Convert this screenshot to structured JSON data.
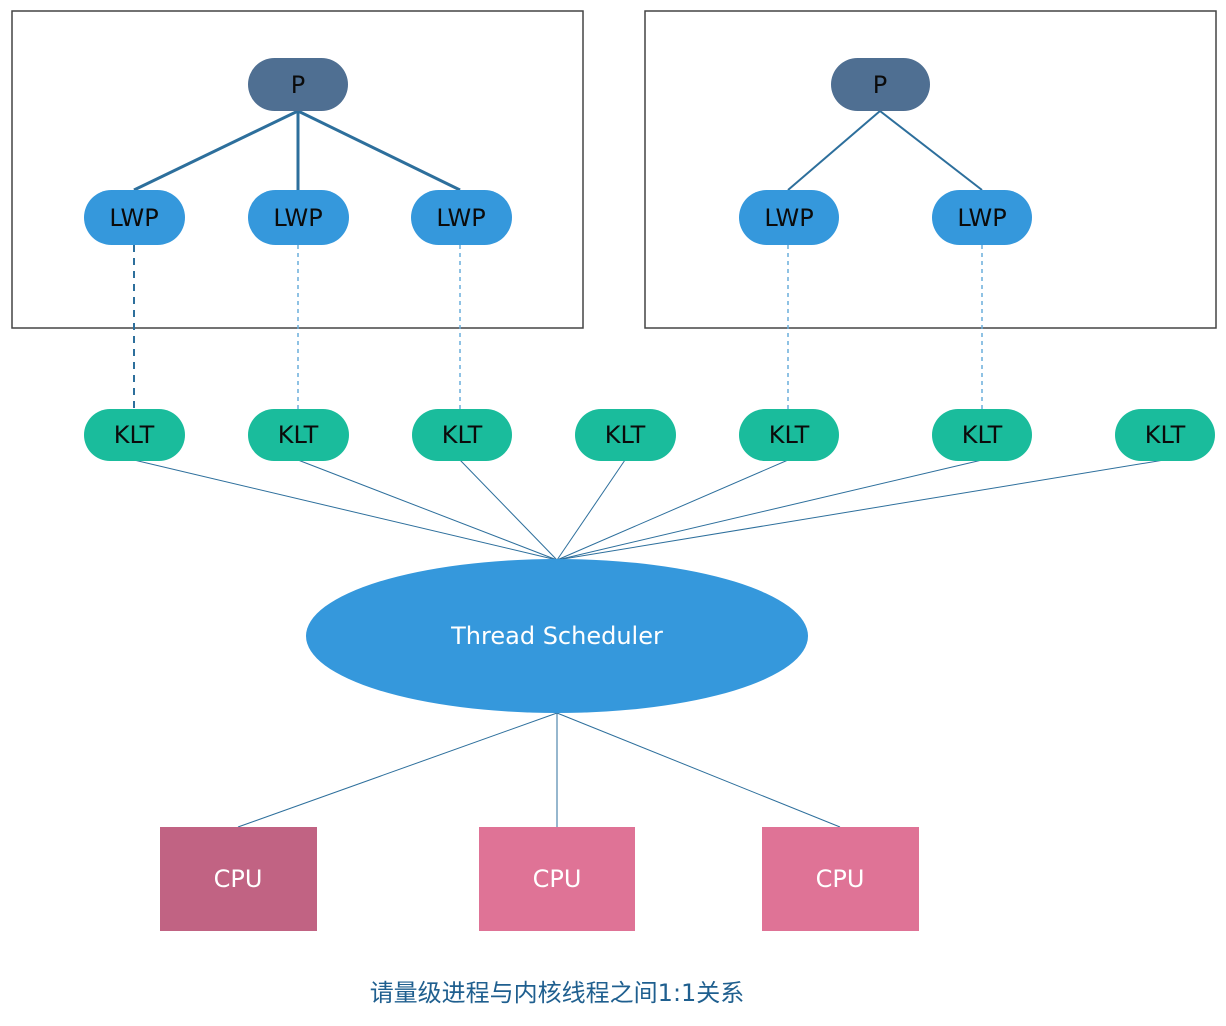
{
  "process_groups": [
    {
      "process": {
        "label": "P"
      },
      "lwps": [
        {
          "label": "LWP"
        },
        {
          "label": "LWP"
        },
        {
          "label": "LWP"
        }
      ]
    },
    {
      "process": {
        "label": "P"
      },
      "lwps": [
        {
          "label": "LWP"
        },
        {
          "label": "LWP"
        }
      ]
    }
  ],
  "klts": [
    {
      "label": "KLT"
    },
    {
      "label": "KLT"
    },
    {
      "label": "KLT"
    },
    {
      "label": "KLT"
    },
    {
      "label": "KLT"
    },
    {
      "label": "KLT"
    },
    {
      "label": "KLT"
    }
  ],
  "scheduler": {
    "label": "Thread Scheduler"
  },
  "cpus": [
    {
      "label": "CPU"
    },
    {
      "label": "CPU"
    },
    {
      "label": "CPU"
    }
  ],
  "caption": "请量级进程与内核线程之间1:1关系",
  "colors": {
    "process_fill": "#4f6f92",
    "lwp_fill": "#3598dc",
    "klt_fill": "#1abc9c",
    "scheduler_fill": "#3598dc",
    "cpu_dark": "#c16383",
    "cpu_light": "#df7396",
    "line": "#2d6f9c"
  }
}
